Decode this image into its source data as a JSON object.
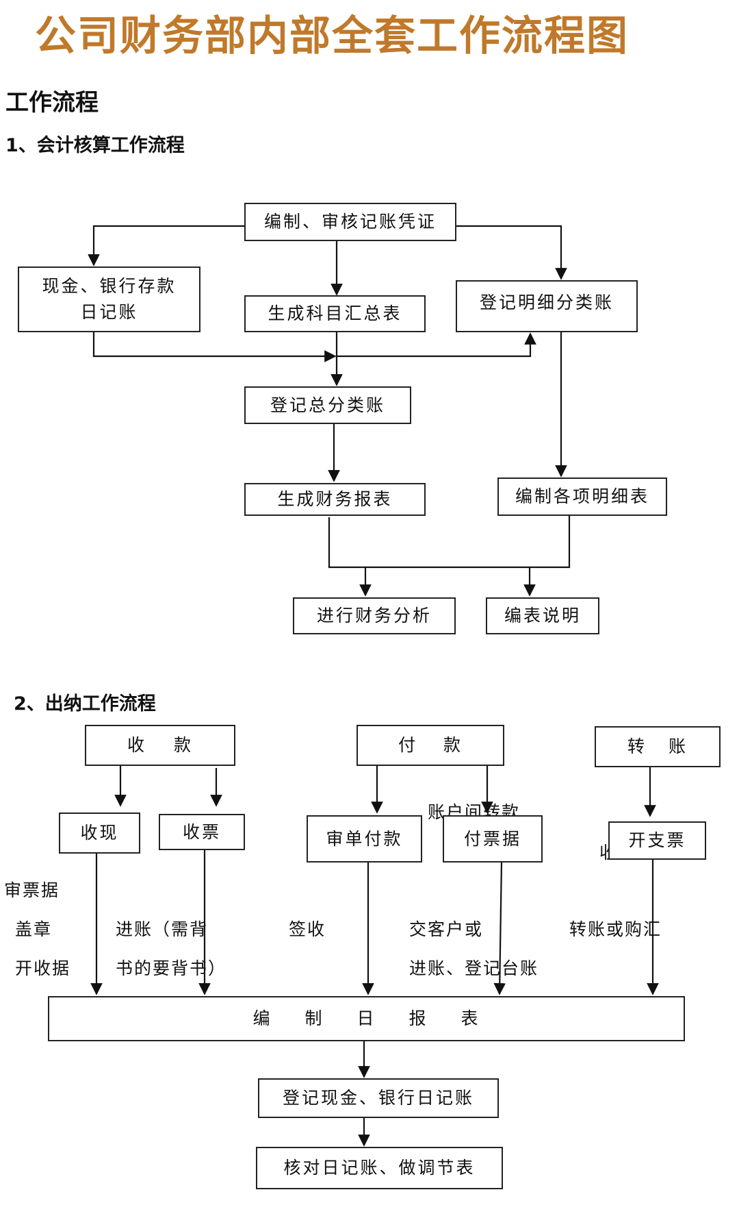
{
  "title": "公司财务部内部全套工作流程图",
  "heading_main": "工作流程",
  "section1": {
    "heading": "1、会计核算工作流程",
    "boxes": {
      "prepare_vouchers": "编制、审核记账凭证",
      "cash_bank_journal_l1": "现金、银行存款",
      "cash_bank_journal_l2": "日记账",
      "summary_table": "生成科目汇总表",
      "detail_ledger": "登记明细分类账",
      "general_ledger": "登记总分类账",
      "financial_reports": "生成财务报表",
      "detail_schedules": "编制各项明细表",
      "financial_analysis": "进行财务分析",
      "report_notes": "编表说明"
    }
  },
  "section2": {
    "heading": "2、出纳工作流程",
    "boxes": {
      "receive": [
        "收",
        "款"
      ],
      "pay": [
        "付",
        "款"
      ],
      "transfer": [
        "转",
        "账"
      ],
      "receive_cash": "收现",
      "receive_bill": "收票",
      "review_pay": "审单付款",
      "pay_bill": "付票据",
      "write_cheque": "开支票",
      "compile_report": [
        "编",
        "制",
        "日",
        "报",
        "表"
      ],
      "register_journal": "登记现金、银行日记账",
      "reconcile": "核对日记账、做调节表"
    },
    "labels": {
      "inter_account": "账户间转款",
      "cut_off": "收",
      "review_bill": "审票据",
      "stamp": "盖章",
      "issue_receipt": "开收据",
      "deposit_l1": "进账（需背",
      "deposit_l2": "书的要背书）",
      "sign_receipt": "签收",
      "to_customer_l1": "交客户或",
      "to_customer_l2": "进账、登记台账",
      "transfer_remit": "转账或购汇"
    }
  }
}
